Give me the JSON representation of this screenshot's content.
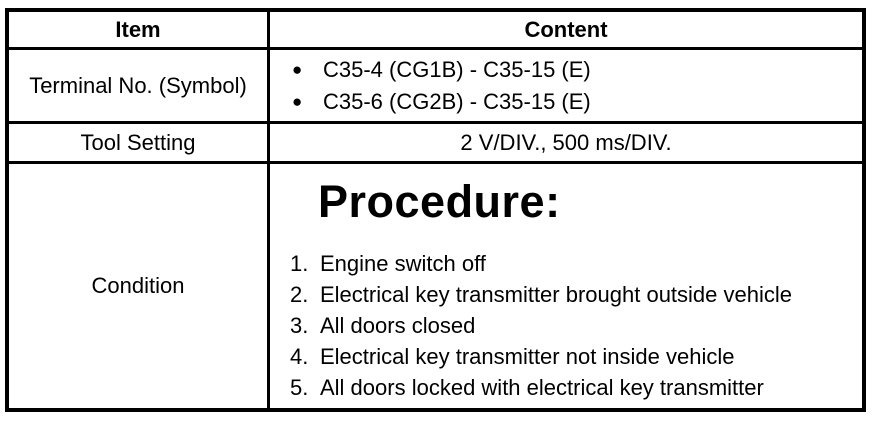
{
  "colors": {
    "border": "#000000",
    "text": "#000000",
    "background": "#ffffff"
  },
  "table": {
    "headers": {
      "item": "Item",
      "content": "Content"
    },
    "terminal_row": {
      "label": "Terminal No. (Symbol)",
      "bullet_glyph": "●",
      "pairs": [
        "C35-4 (CG1B) - C35-15 (E)",
        "C35-6 (CG2B) - C35-15 (E)"
      ]
    },
    "tool_setting_row": {
      "label": "Tool Setting",
      "value": "2 V/DIV., 500 ms/DIV."
    },
    "condition_row": {
      "label": "Condition",
      "procedure_heading": "Procedure:",
      "steps": [
        {
          "num": "1.",
          "text": "Engine switch off"
        },
        {
          "num": "2.",
          "text": "Electrical key transmitter brought outside vehicle"
        },
        {
          "num": "3.",
          "text": "All doors closed"
        },
        {
          "num": "4.",
          "text": "Electrical key transmitter not inside vehicle"
        },
        {
          "num": "5.",
          "text": "All doors locked with electrical key transmitter"
        }
      ]
    }
  }
}
